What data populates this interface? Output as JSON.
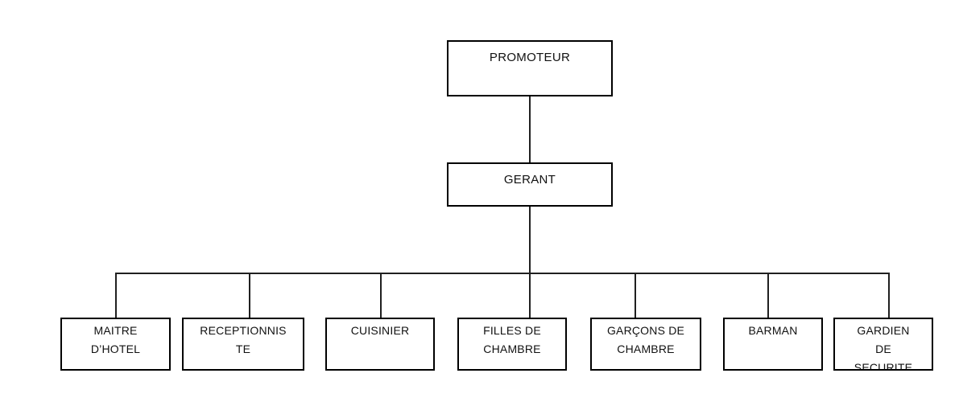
{
  "org_chart": {
    "root": {
      "label": "PROMOTEUR"
    },
    "manager": {
      "label": "GERANT"
    },
    "staff": [
      {
        "lines": [
          "MAITRE",
          "D’HOTEL"
        ]
      },
      {
        "lines": [
          "RECEPTIONNIS",
          "TE"
        ]
      },
      {
        "lines": [
          "CUISINIER"
        ]
      },
      {
        "lines": [
          "FILLES DE",
          "CHAMBRE"
        ]
      },
      {
        "lines": [
          "GARÇONS DE",
          "CHAMBRE"
        ]
      },
      {
        "lines": [
          "BARMAN"
        ]
      },
      {
        "lines": [
          "GARDIEN",
          "DE",
          "SECURITE"
        ]
      }
    ],
    "colors": {
      "background": "#ffffff",
      "box_border": "#000000",
      "connector": "#202020",
      "text": "#111111"
    }
  }
}
